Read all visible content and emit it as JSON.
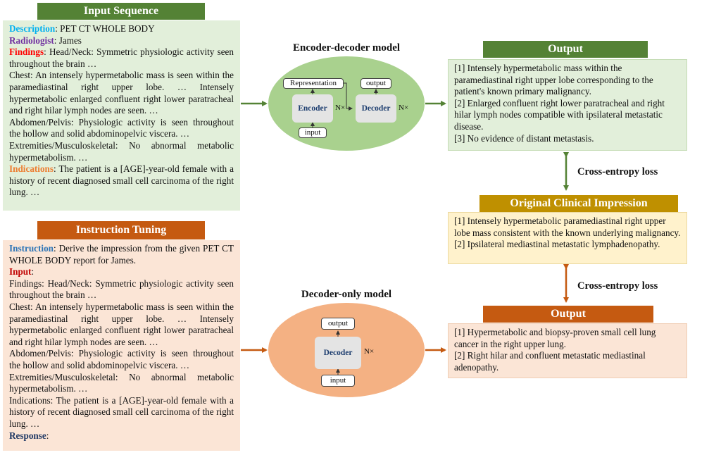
{
  "input_sequence": {
    "header": "Input Sequence",
    "desc_label": "Description",
    "desc_text": ": PET CT WHOLE BODY",
    "rad_label": "Radiologist",
    "rad_text": ": James",
    "findings_label": "Findings",
    "findings_text": ": Head/Neck: Symmetric physiologic activity seen throughout the brain …",
    "chest": "Chest: An intensely hypermetabolic mass is seen within the paramediastinal right upper lobe. … Intensely hypermetabolic enlarged confluent right lower paratracheal and right hilar lymph nodes are seen. …",
    "abdomen": "Abdomen/Pelvis: Physiologic activity is seen throughout the hollow and solid abdominopelvic viscera. …",
    "extremities": "Extremities/Musculoskeletal: No abnormal metabolic hypermetabolism. …",
    "ind_label": "Indications",
    "ind_text": ": The patient is a [AGE]-year-old female with a history of recent diagnosed small cell carcinoma of the right lung. …"
  },
  "instruction_tuning": {
    "header": "Instruction Tuning",
    "instr_label": "Instruction",
    "instr_text": ": Derive the impression from the given PET CT WHOLE BODY report for James.",
    "input_label": "Input",
    "input_colon": ":",
    "findings": "Findings: Head/Neck: Symmetric physiologic activity seen throughout the brain …",
    "chest": "Chest: An intensely hypermetabolic mass is seen within the paramediastinal right upper lobe. … Intensely hypermetabolic enlarged confluent right lower paratracheal and right hilar lymph nodes are seen. …",
    "abdomen": "Abdomen/Pelvis: Physiologic activity is seen throughout the hollow and solid abdominopelvic viscera. …",
    "extremities": "Extremities/Musculoskeletal: No abnormal metabolic hypermetabolism. …",
    "indications": "Indications: The patient is a [AGE]-year-old female with a history of recent diagnosed small cell carcinoma of the right lung. …",
    "response_label": "Response",
    "response_colon": ":"
  },
  "encoder_decoder": {
    "title": "Encoder-decoder model",
    "representation": "Representation",
    "output": "output",
    "encoder": "Encoder",
    "decoder": "Decoder",
    "nx_enc": "N×",
    "nx_dec": "N×",
    "input": "input"
  },
  "decoder_only": {
    "title": "Decoder-only model",
    "output": "output",
    "decoder": "Decoder",
    "nx": "N×",
    "input": "input"
  },
  "output_top": {
    "header": "Output",
    "l1": "[1] Intensely hypermetabolic mass within the paramediastinal right upper lobe corresponding to the patient's known primary malignancy.",
    "l2": "[2] Enlarged confluent right lower paratracheal and right hilar lymph nodes compatible with ipsilateral metastatic disease.",
    "l3": "[3] No evidence of distant metastasis."
  },
  "loss_top": "Cross-entropy loss",
  "original": {
    "header": "Original Clinical Impression",
    "l1": "[1] Intensely hypermetabolic paramediastinal right upper lobe mass consistent with the known underlying malignancy.",
    "l2": "[2] Ipsilateral mediastinal metastatic lymphadenopathy."
  },
  "loss_bottom": "Cross-entropy loss",
  "output_bottom": {
    "header": "Output",
    "l1": "[1] Hypermetabolic and biopsy-proven small cell lung cancer in the right upper lung.",
    "l2": "[2] Right hilar and confluent metastatic mediastinal adenopathy."
  },
  "colors": {
    "green_dark": "#548235",
    "green_light": "#e2efda",
    "green_ellipse": "#a9d18e",
    "orange_dark": "#c55a11",
    "orange_light": "#fbe5d6",
    "orange_ellipse": "#f4b183",
    "gold": "#bf9000",
    "yellow_light": "#fff2cc",
    "cyan_label": "#00b0f0",
    "purple_label": "#7030a0",
    "red_label": "#ff0000",
    "orange_label": "#ed7d31",
    "blue_label": "#2e75b6",
    "darkred_label": "#c00000",
    "navy_label": "#1f3864"
  }
}
